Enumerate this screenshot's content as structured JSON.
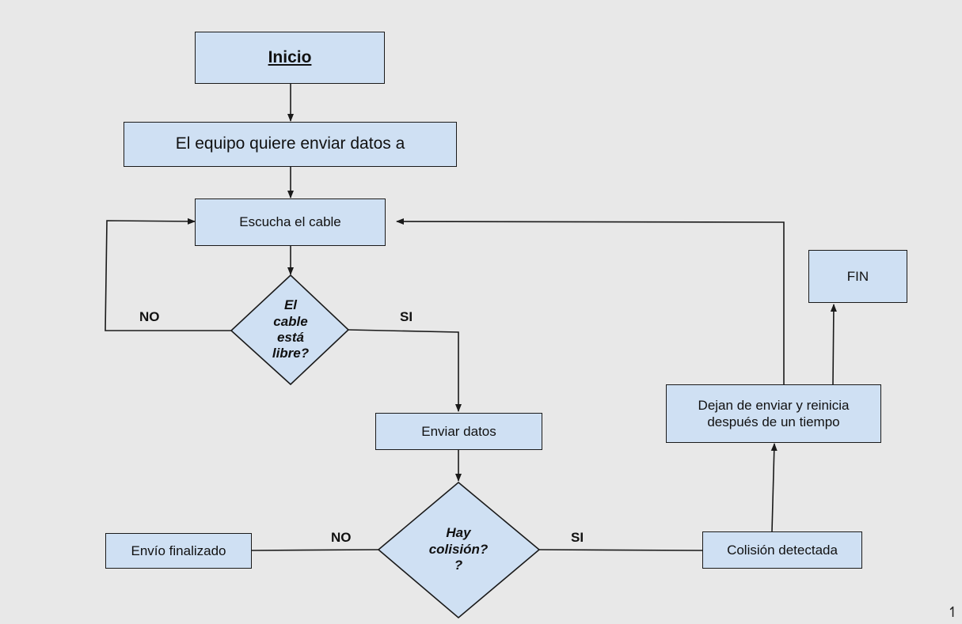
{
  "nodes": {
    "inicio": "Inicio",
    "quiere_enviar": "El equipo quiere enviar datos a",
    "escucha": "Escucha el cable",
    "cable_libre": "El\ncable\nestá\nlibre?",
    "enviar_datos": "Enviar datos",
    "hay_colision": "Hay\ncolisión?\n?",
    "envio_finalizado": "Envío finalizado",
    "colision_detectada": "Colisión detectada",
    "dejan_enviar": "Dejan de enviar y reinicia después de un tiempo",
    "fin": "FIN"
  },
  "edge_labels": {
    "libre_no": "NO",
    "libre_si": "SI",
    "colision_no": "NO",
    "colision_si": "SI"
  },
  "corner_mark": "↿",
  "colors": {
    "node_fill": "#cfe0f3",
    "stroke": "#1a1a1a",
    "background": "#e8e8e8"
  }
}
